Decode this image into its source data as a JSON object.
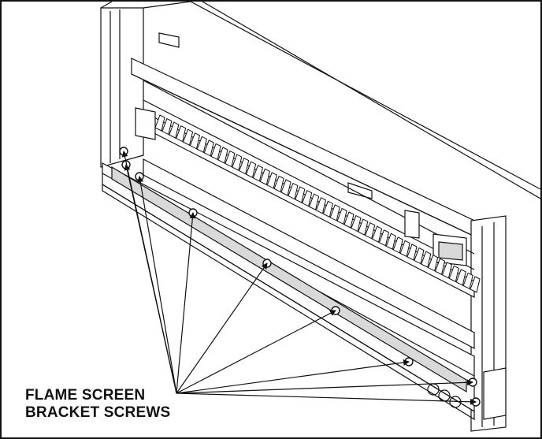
{
  "callout": {
    "line1": "FLAME SCREEN",
    "line2": "BRACKET SCREWS",
    "screw_count": 9
  },
  "colors": {
    "line": "#111111",
    "shade": "#d9d9d9",
    "background": "#ffffff"
  }
}
